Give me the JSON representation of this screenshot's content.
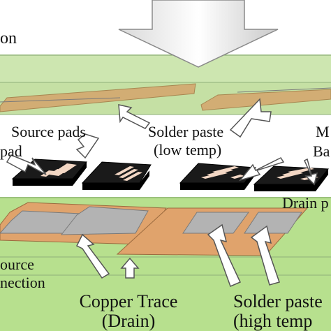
{
  "labels": {
    "top_left_fragment": "on",
    "source_pads": "Source pads",
    "pad_fragment": "pad",
    "solder_paste_low_line1": "Solder paste",
    "solder_paste_low_line2": "(low temp)",
    "right_top_fragment": "M",
    "right_ba_fragment": "Ba",
    "drain_fragment": "Drain p",
    "source_connection_line1": "ource",
    "source_connection_line2": "nection",
    "copper_trace_line1": "Copper Trace",
    "copper_trace_line2": "(Drain)",
    "solder_paste_high_line1": "Solder paste",
    "solder_paste_high_line2": "(high temp"
  },
  "colors": {
    "board_green": "#b7e08e",
    "board_green_light": "#cde6b0",
    "copper": "#e0a36c",
    "copper_tan": "#d2ad74",
    "solder_gray": "#b3b3b3",
    "chip_black": "#111111",
    "pad_light": "#f3d7c4",
    "arrow_fill": "#ffffff",
    "arrow_stroke": "#555555"
  },
  "icons": {
    "process_arrow": "down-arrow-icon",
    "pointer_arrow": "pointer-arrow-icon"
  }
}
